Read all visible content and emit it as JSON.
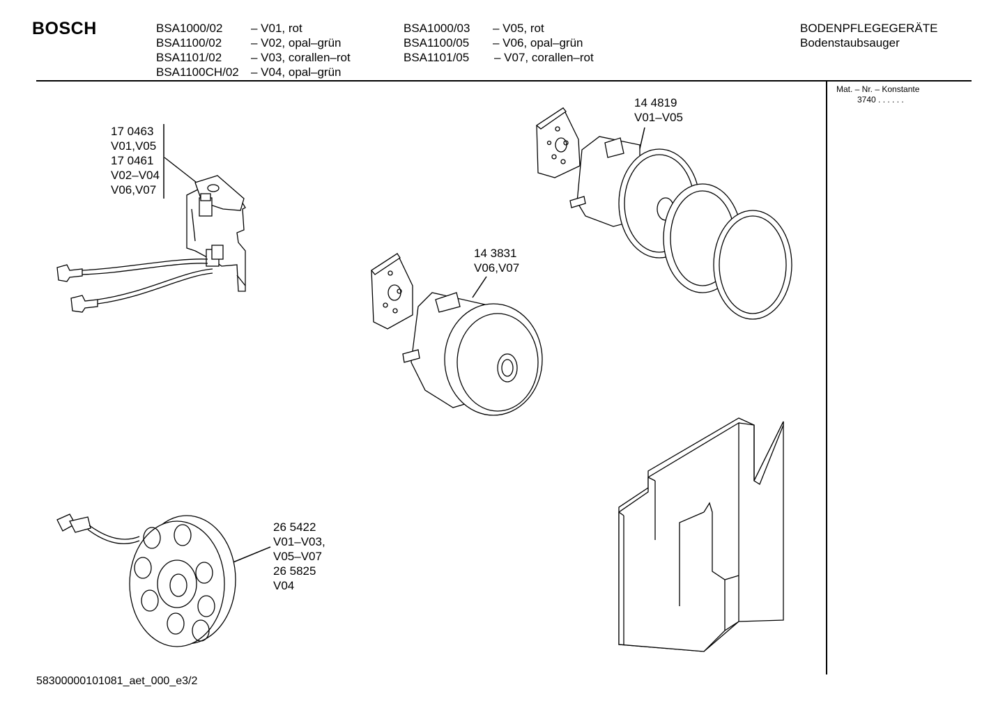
{
  "brand": "BOSCH",
  "models": [
    {
      "model": "BSA1000/02",
      "variant": "– V01, rot"
    },
    {
      "model": "BSA1100/02",
      "variant": "– V02, opal–grün"
    },
    {
      "model": "BSA1101/02",
      "variant": "– V03, corallen–rot"
    },
    {
      "model": "BSA1100CH/02",
      "variant": "– V04, opal–grün"
    },
    {
      "model": "BSA1000/03",
      "variant": "– V05, rot"
    },
    {
      "model": "BSA1100/05",
      "variant": "– V06, opal–grün"
    },
    {
      "model": "BSA1101/05",
      "variant": "– V07, corallen–rot"
    }
  ],
  "category": "BODENPFLEGEGERÄTE",
  "subcategory": "Bodenstaubsauger",
  "material_label": "Mat. – Nr. – Konstante",
  "material_value": "3740 . .   . . . .",
  "callouts": {
    "switch": [
      "17 0463",
      "V01,V05",
      "17 0461",
      "V02–V04",
      "V06,V07"
    ],
    "motor_large": [
      "14 4819",
      "V01–V05"
    ],
    "motor_small": [
      "14 3831",
      "V06,V07"
    ],
    "cord_reel": [
      "26 5422",
      "V01–V03,",
      "V05–V07",
      "26 5825",
      "V04"
    ]
  },
  "footer": "58300000101081_aet_000_e3/2",
  "colors": {
    "ink": "#000000",
    "paper": "#ffffff",
    "shade": "#d9d9d9"
  }
}
